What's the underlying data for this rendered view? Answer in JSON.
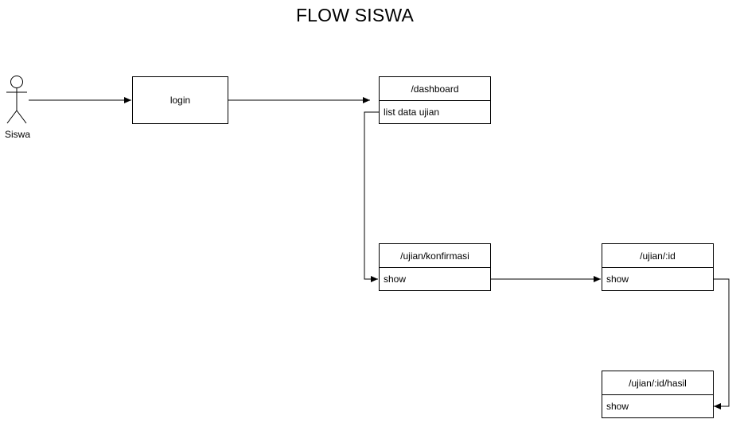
{
  "title": "FLOW SISWA",
  "actor": {
    "label": "Siswa"
  },
  "nodes": {
    "login": {
      "label": "login"
    },
    "dashboard": {
      "header": "/dashboard",
      "row": "list data ujian"
    },
    "konfirmasi": {
      "header": "/ujian/konfirmasi",
      "row": "show"
    },
    "ujian_id": {
      "header": "/ujian/:id",
      "row": "show"
    },
    "hasil": {
      "header": "/ujian/:id/hasil",
      "row": "show"
    }
  }
}
